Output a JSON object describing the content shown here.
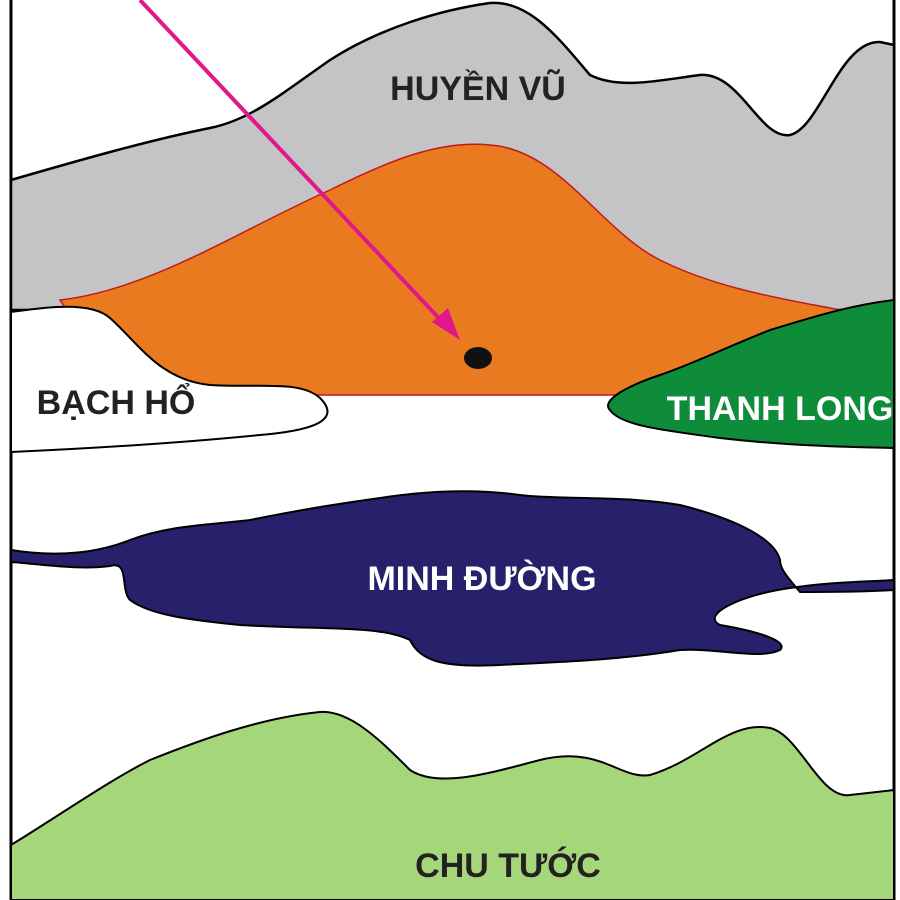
{
  "labels": {
    "top_mountain": "HUYỀN VŨ",
    "left_hill": "BẠCH HỔ",
    "right_hill": "THANH LONG",
    "center_lake": "MINH ĐƯỜNG",
    "bottom_mountain": "CHU TƯỚC"
  },
  "colors": {
    "top_mountain": "#c4c4c6",
    "center_hill": "#e97a1f",
    "left_hill": "#ffffff",
    "right_hill": "#0e8c3a",
    "center_lake": "#27206b",
    "bottom_mountain": "#a6d67a",
    "arrow": "#e0188c",
    "point": "#111111"
  }
}
